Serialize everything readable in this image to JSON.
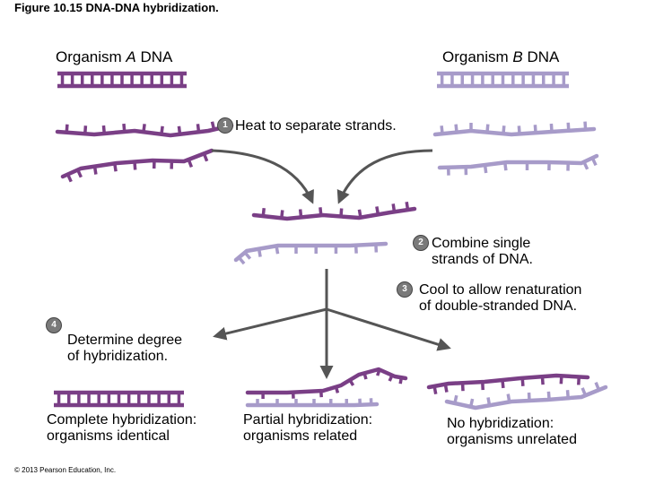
{
  "figure_title": "Figure 10.15 DNA-DNA hybridization.",
  "organism_a": {
    "label": "Organism",
    "letter": "A",
    "suffix": "DNA"
  },
  "organism_b": {
    "label": "Organism",
    "letter": "B",
    "suffix": "DNA"
  },
  "steps": [
    {
      "number": "1",
      "text": "Heat to separate strands."
    },
    {
      "number": "2",
      "text": "Combine single\nstrands of DNA."
    },
    {
      "number": "3",
      "text": "Cool to allow renaturation\nof double-stranded DNA."
    },
    {
      "number": "4",
      "text": "Determine degree\nof hybridization."
    }
  ],
  "results": [
    {
      "text": "Complete hybridization:\norganisms identical"
    },
    {
      "text": "Partial hybridization:\norganisms related"
    },
    {
      "text": "No hybridization:\norganisms unrelated"
    }
  ],
  "copyright": "© 2013 Pearson Education, Inc.",
  "colors": {
    "strand_a": "#7a3f86",
    "strand_b": "#a79bc9",
    "arrow": "#555555",
    "badge": "#7a7a7a"
  }
}
